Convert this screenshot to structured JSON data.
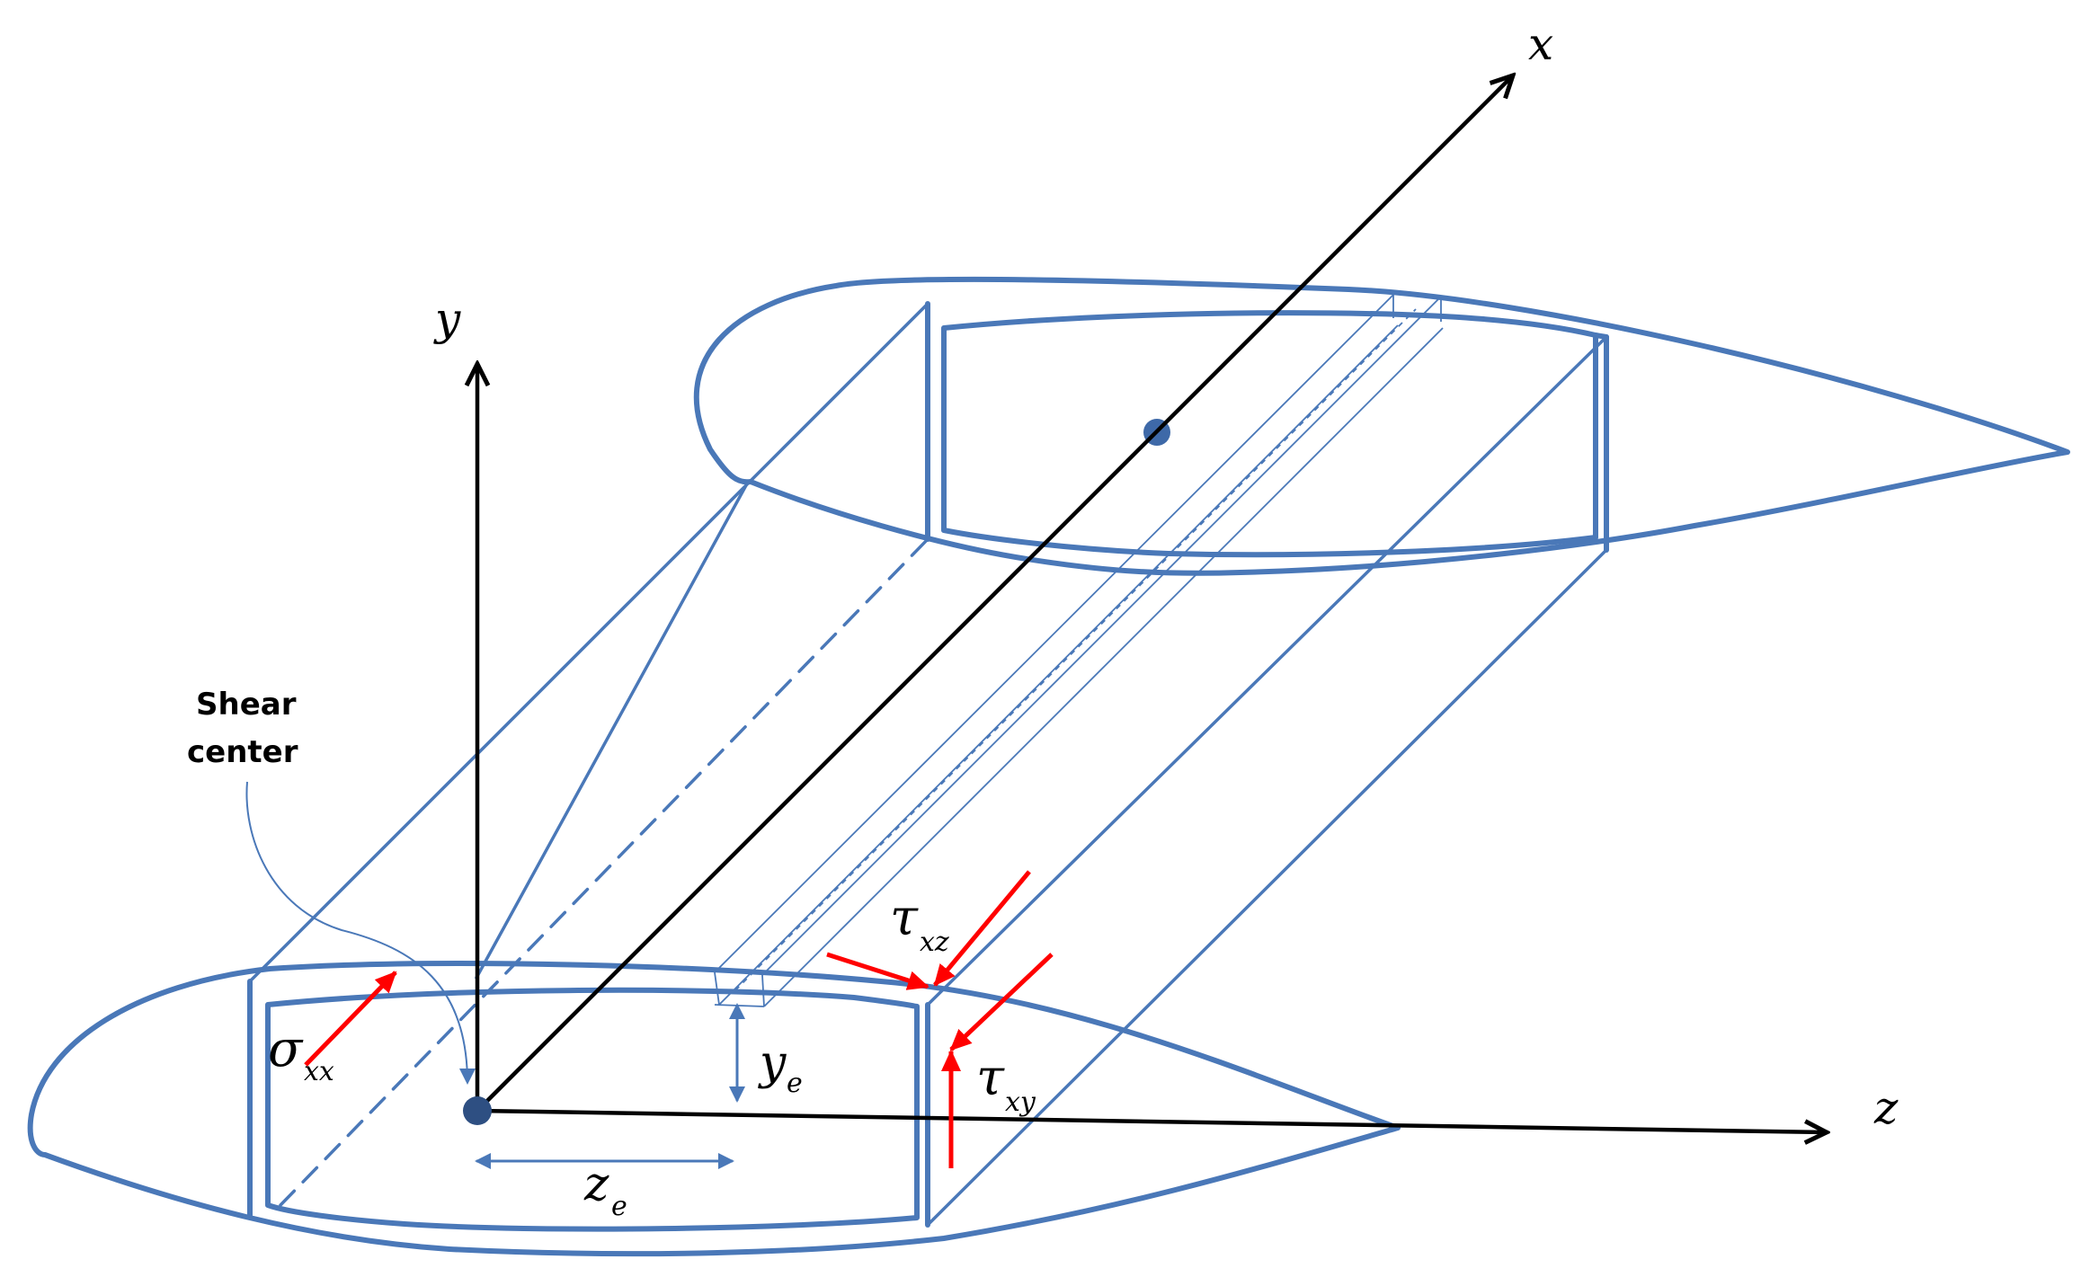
{
  "labels": {
    "x_axis": "x",
    "y_axis": "y",
    "z_axis": "z",
    "sigma": "σ",
    "sigma_sub": "xx",
    "tau_xz": "τ",
    "tau_xz_sub": "xz",
    "tau_xy": "τ",
    "tau_xy_sub": "xy",
    "y_e": "y",
    "y_e_sub": "e",
    "z_e": "z",
    "z_e_sub": "e",
    "shear_center_line1": "Shear",
    "shear_center_line2": "center"
  },
  "colors": {
    "structure": "#4a78b8",
    "axes": "#000000",
    "stress_arrows": "#ff0000",
    "background": "#ffffff"
  }
}
